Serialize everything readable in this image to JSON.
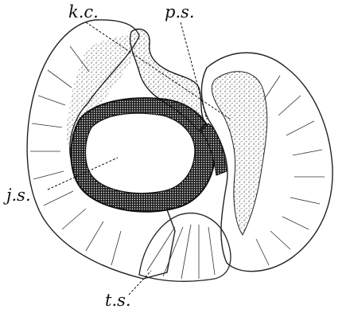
{
  "figure": {
    "kind": "biological section drawing (engraving)",
    "colors": {
      "ink": "#111111",
      "paper": "#ffffff",
      "stipple": "#555555"
    },
    "labels": {
      "kc": "k.c.",
      "ps": "p.s.",
      "js": "j.s.",
      "ts": "t.s."
    }
  }
}
